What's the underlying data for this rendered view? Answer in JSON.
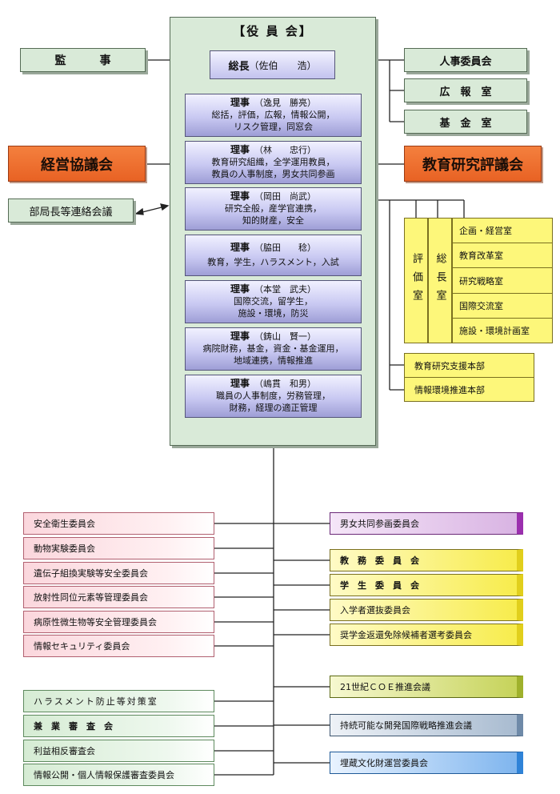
{
  "board": {
    "title": "【役 員 会】"
  },
  "president": {
    "title": "総長",
    "name": "（佐伯　　浩）"
  },
  "directors": [
    {
      "title": "理事",
      "name": "（逸見　勝亮）",
      "duties": [
        "総括，評価，広報，情報公開，",
        "リスク管理，同窓会"
      ]
    },
    {
      "title": "理事",
      "name": "（林　　忠行）",
      "duties": [
        "教育研究組織，全学運用教員，",
        "教員の人事制度，男女共同参画"
      ]
    },
    {
      "title": "理事",
      "name": "（岡田　尚武）",
      "duties": [
        "研究全般，産学官連携，",
        "知的財産，安全"
      ]
    },
    {
      "title": "理事",
      "name": "（脇田　　稔）",
      "duties": [
        "教育，学生，ハラスメント，入試"
      ]
    },
    {
      "title": "理事",
      "name": "（本堂　武夫）",
      "duties": [
        "国際交流，留学生，",
        "施設・環境，防災"
      ]
    },
    {
      "title": "理事",
      "name": "（鋳山　賢一）",
      "duties": [
        "病院財務，基金，資金・基金運用，",
        "地域連携，情報推進"
      ]
    },
    {
      "title": "理事",
      "name": "（嶋貫　和男）",
      "duties": [
        "職員の人事制度，労務管理，",
        "財務，経理の適正管理"
      ]
    }
  ],
  "left_top": {
    "auditor": "監　　　事",
    "management_council": "経営協議会",
    "deans_council": "部局長等連絡会議"
  },
  "right_top": {
    "hr_committee": "人事委員会",
    "pr_office": "広　報　室",
    "fund_office": "基　金　室",
    "edu_research_council": "教育研究評議会"
  },
  "offices": {
    "evaluation": "評価室",
    "president_office": "総長室",
    "president_sub": [
      "企画・経営室",
      "教育改革室",
      "研究戦略室",
      "国際交流室",
      "施設・環境計画室"
    ],
    "hq": [
      "教育研究支援本部",
      "情報環境推進本部"
    ]
  },
  "committees_left_pink": [
    "安全衛生委員会",
    "動物実験委員会",
    "遺伝子組換実験等安全委員会",
    "放射性同位元素等管理委員会",
    "病原性微生物等安全管理委員会",
    "情報セキュリティ委員会"
  ],
  "committees_left_green": [
    "ハラスメント防止等対策室",
    "兼　業　審　査　会",
    "利益相反審査会",
    "情報公開・個人情報保護審査委員会"
  ],
  "committees_right": {
    "gender": "男女共同参画委員会",
    "yellow": [
      "教　務　委　員　会",
      "学　生　委　員　会",
      "入学者選抜委員会",
      "奨学金返還免除候補者選考委員会"
    ],
    "coe": "21世紀ＣＯＥ推進会議",
    "sustainable": "持続可能な開発国際戦略推進会議",
    "cultural": "埋蔵文化財運営委員会"
  },
  "colors": {
    "board_bg": "#d9ead8",
    "orange": "#ec6b2d",
    "director": "#c9c9f2",
    "yellow": "#fdf77a",
    "pink": "#f7c3cc",
    "purple": "#9b2fae",
    "olive": "#9fb12c",
    "slate": "#6f8aa8",
    "blue": "#2f83d8"
  }
}
